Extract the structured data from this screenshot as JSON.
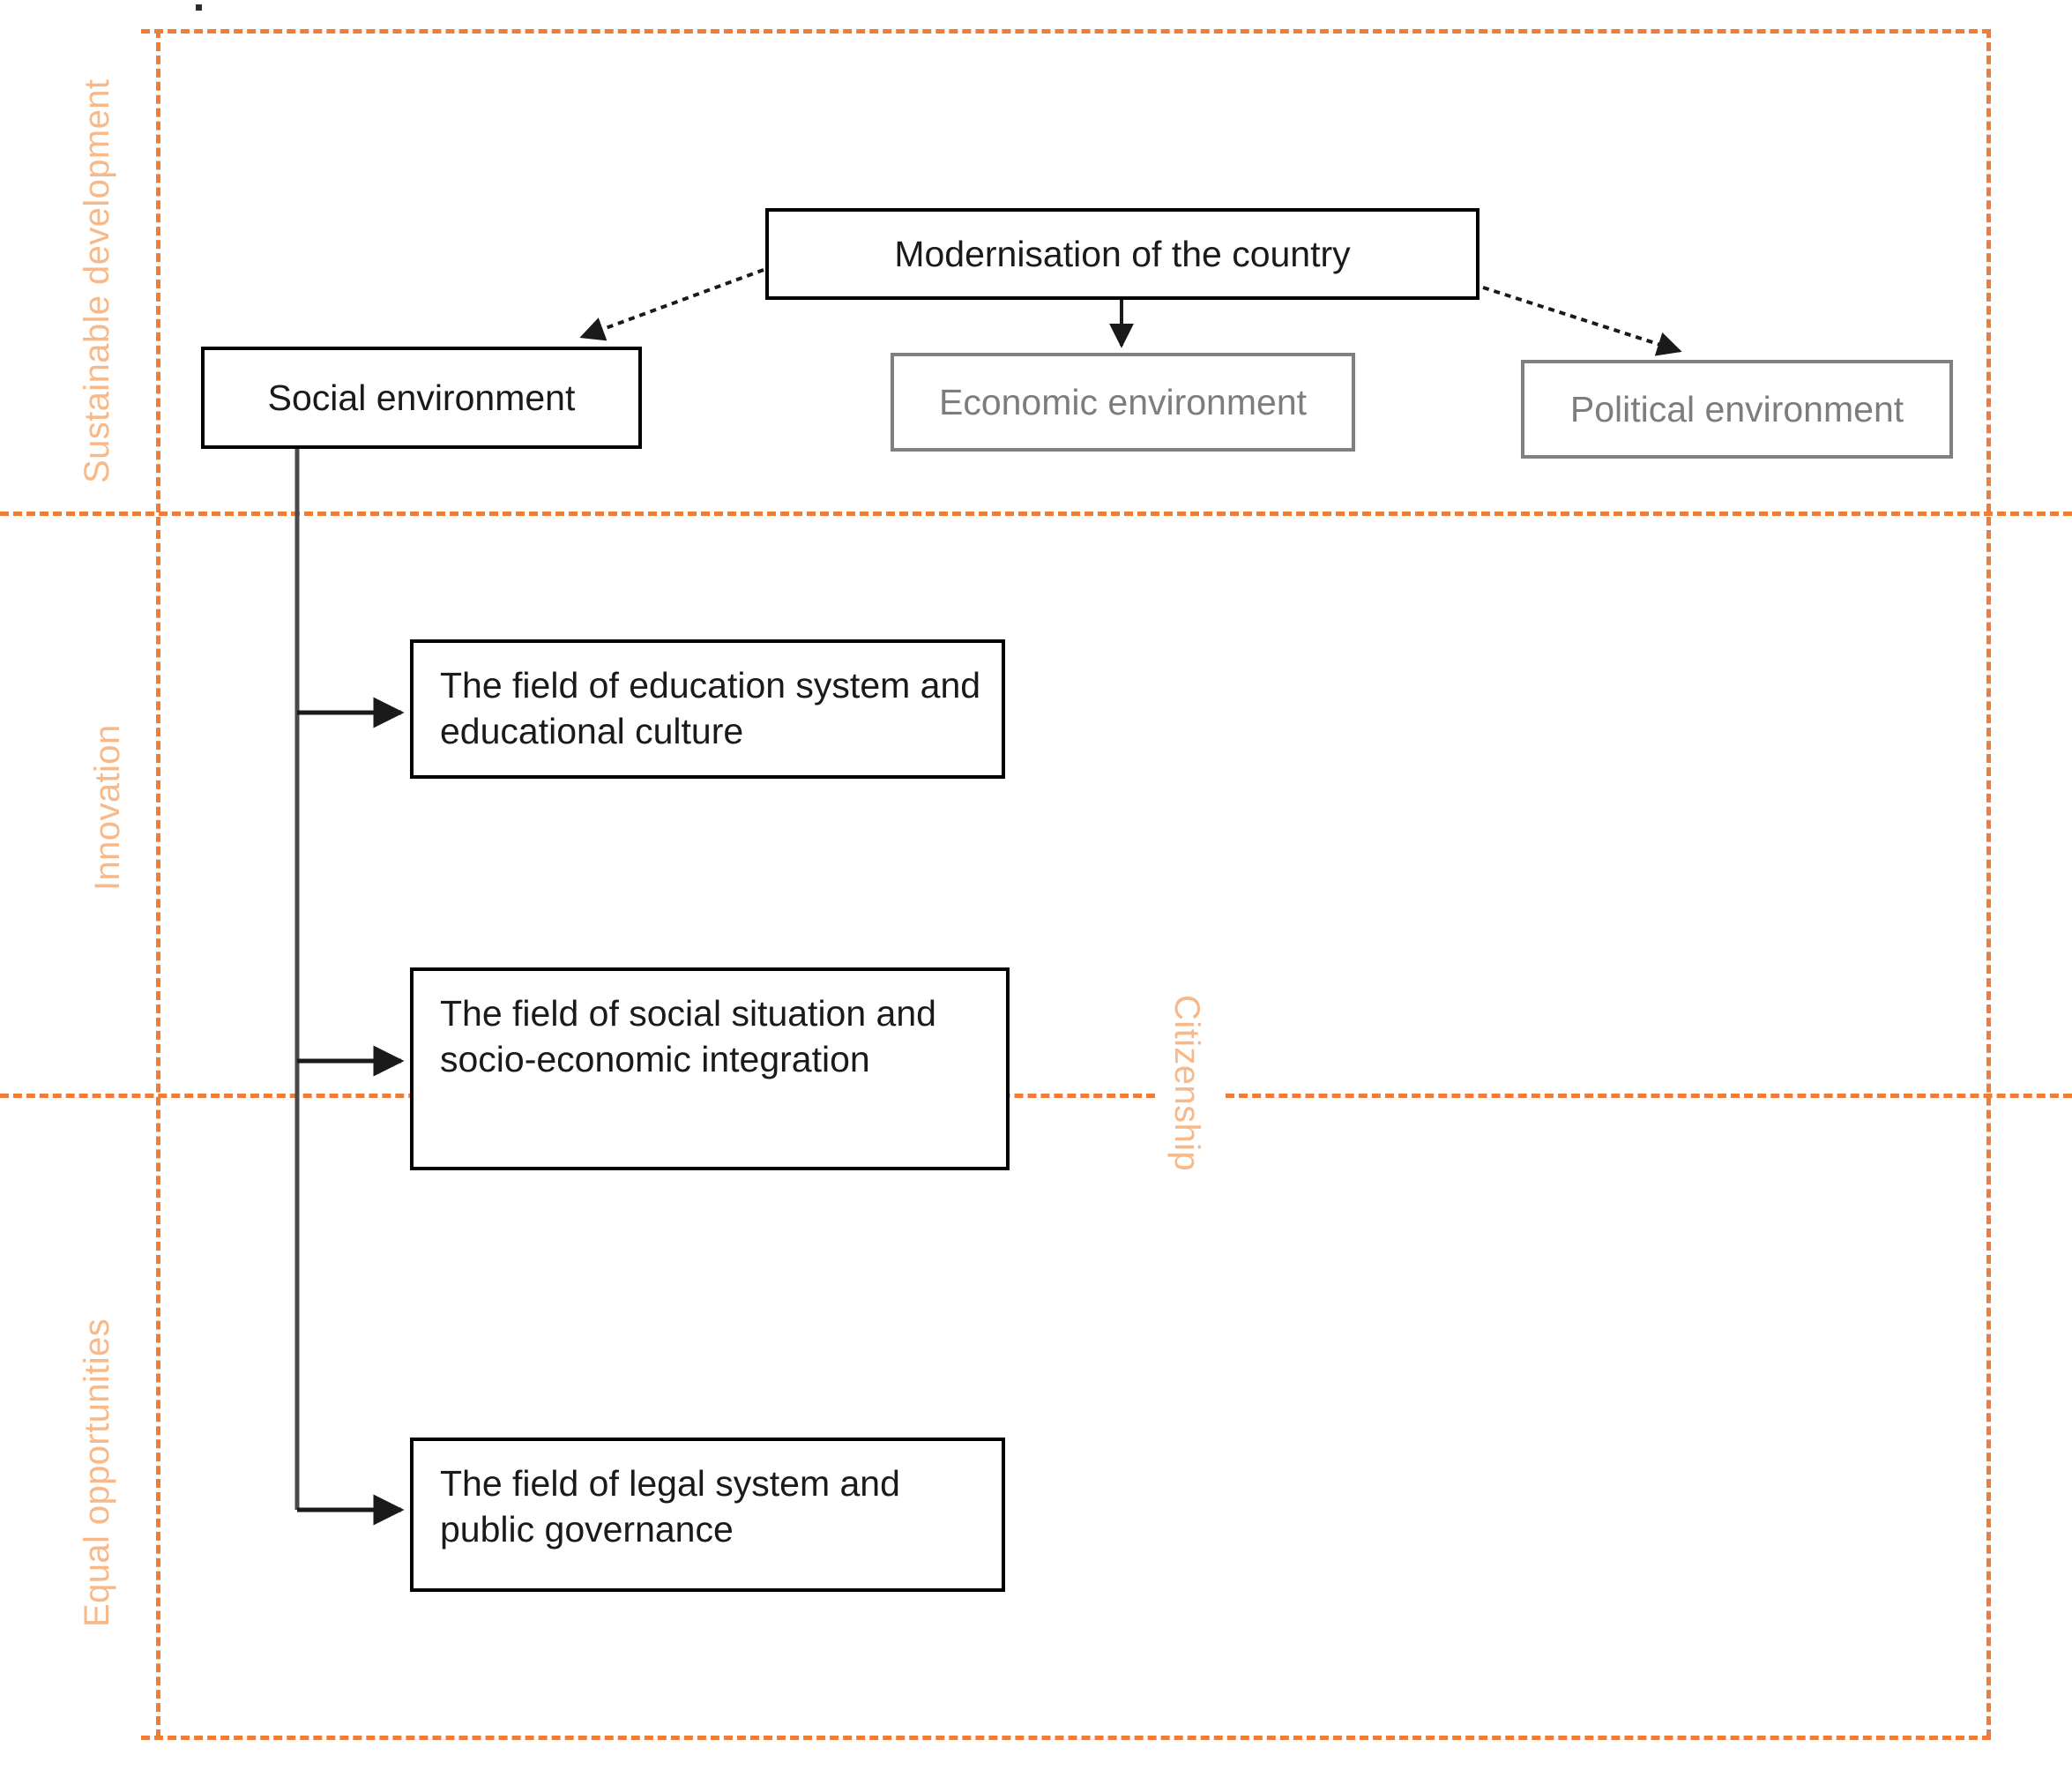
{
  "diagram": {
    "title_dot": "",
    "zones": [
      {
        "id": "sustainable-development",
        "label": "Sustainable development"
      },
      {
        "id": "innovation",
        "label": "Innovation"
      },
      {
        "id": "equal-opportunities",
        "label": "Equal opportunities"
      },
      {
        "id": "citizenship",
        "label": "Citizenship"
      }
    ],
    "nodes": [
      {
        "id": "modernisation",
        "label": "Modernisation of the country",
        "style": "primary"
      },
      {
        "id": "social-environment",
        "label": "Social environment",
        "style": "primary"
      },
      {
        "id": "economic-environment",
        "label": "Economic environment",
        "style": "muted"
      },
      {
        "id": "political-environment",
        "label": "Political environment",
        "style": "muted"
      },
      {
        "id": "field-education",
        "label": "The field of education system and educational culture",
        "style": "primary"
      },
      {
        "id": "field-social",
        "label": "The field of social situation and socio-economic integration",
        "style": "primary"
      },
      {
        "id": "field-legal",
        "label": "The field of legal system and public governance",
        "style": "primary"
      }
    ],
    "edges": [
      {
        "from": "modernisation",
        "to": "social-environment",
        "kind": "dotted-arrow"
      },
      {
        "from": "modernisation",
        "to": "economic-environment",
        "kind": "solid-arrow"
      },
      {
        "from": "modernisation",
        "to": "political-environment",
        "kind": "dotted-arrow"
      },
      {
        "from": "social-environment",
        "to": "field-education",
        "kind": "solid-arrow"
      },
      {
        "from": "social-environment",
        "to": "field-social",
        "kind": "solid-arrow"
      },
      {
        "from": "social-environment",
        "to": "field-legal",
        "kind": "solid-arrow"
      }
    ],
    "colors": {
      "zone_border": "#F07D35",
      "zone_label": "#F7B98A",
      "node_border_primary": "#000000",
      "node_border_muted": "#808080",
      "node_text_muted": "#7d7d7d",
      "connector": "#2b2b2b"
    }
  }
}
